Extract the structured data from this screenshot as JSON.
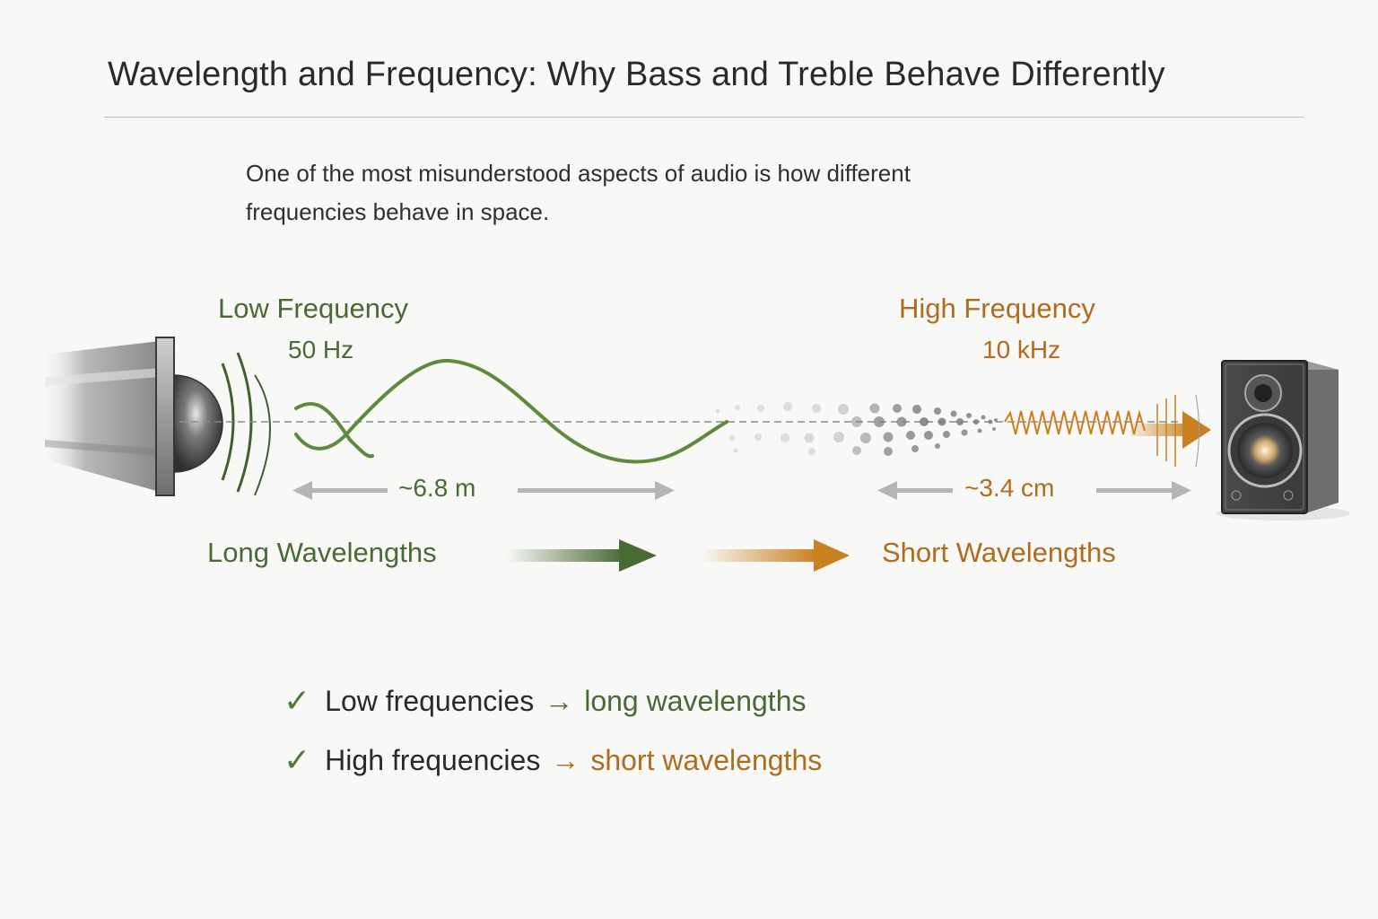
{
  "header": {
    "title": "Wavelength and Frequency: Why Bass and Treble Behave Differently"
  },
  "intro": {
    "line1": "One of the most misunderstood aspects of audio is how different",
    "line2": "frequencies behave in space."
  },
  "colors": {
    "low_accent": "#4a6a35",
    "high_accent": "#b06c1e",
    "wave_green": "#5f8a3e",
    "wave_orange": "#c98020",
    "measure_arrow": "#b5b5b5"
  },
  "low": {
    "title": "Low Frequency",
    "value": "50 Hz",
    "wavelength": "~6.8 m",
    "wavelength_label": "Long Wavelengths",
    "source_icon": "subwoofer-speaker-icon"
  },
  "high": {
    "title": "High Frequency",
    "value": "10 kHz",
    "wavelength": "~3.4 cm",
    "wavelength_label": "Short Wavelengths",
    "source_icon": "bookshelf-speaker-icon"
  },
  "summary": [
    {
      "check_icon": "checkmark-icon",
      "subject": "Low frequencies",
      "arrow": "→",
      "result": "long wavelengths"
    },
    {
      "check_icon": "checkmark-icon",
      "subject": "High frequencies",
      "arrow": "→",
      "result": "short wavelengths"
    }
  ]
}
